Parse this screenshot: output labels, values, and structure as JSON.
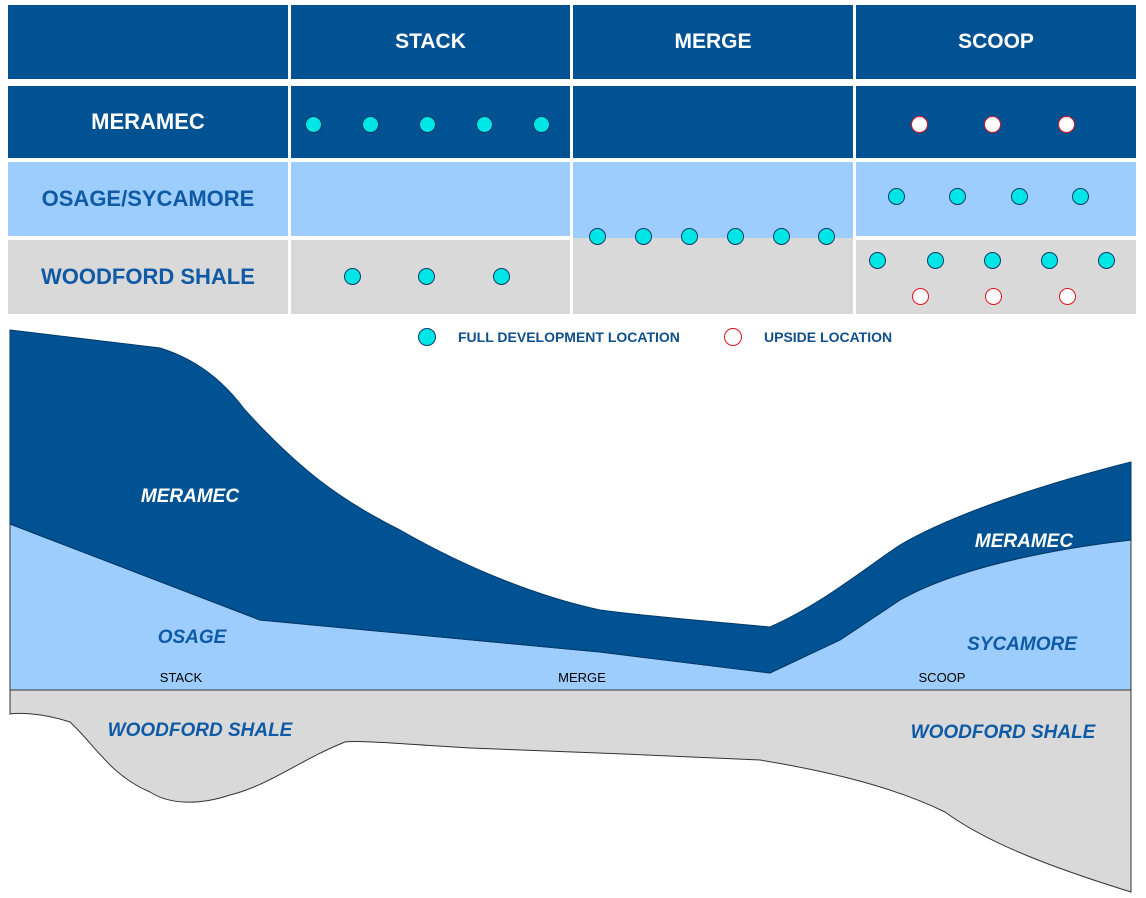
{
  "colors": {
    "dark_blue": "#005293",
    "light_blue": "#9dcdfc",
    "gray": "#d9d9d9",
    "label_blue": "#0f5aa6",
    "full_dot": "#00e5e5",
    "upside_dot_border": "#e0141e"
  },
  "table": {
    "columns": [
      "STACK",
      "MERGE",
      "SCOOP"
    ],
    "rows": [
      {
        "label": "MERAMEC",
        "stack_full": 5,
        "merge_full": 0,
        "scoop_full": 0,
        "scoop_upside": 3
      },
      {
        "label": "OSAGE/SYCAMORE",
        "stack_full": 0,
        "scoop_full": 4
      },
      {
        "label": "WOODFORD SHALE",
        "stack_full": 3,
        "scoop_full": 5,
        "scoop_upside": 3
      }
    ],
    "merge_osage_woodford_full": 6
  },
  "legend": {
    "full": {
      "label": "FULL DEVELOPMENT LOCATION",
      "icon": "cyan-circle-icon"
    },
    "upside": {
      "label": "UPSIDE LOCATION",
      "icon": "red-outline-circle-icon"
    }
  },
  "cross_section": {
    "zones": {
      "meramec_left": "MERAMEC",
      "meramec_right": "MERAMEC",
      "osage": "OSAGE",
      "sycamore": "SYCAMORE",
      "woodford_left": "WOODFORD SHALE",
      "woodford_right": "WOODFORD SHALE"
    },
    "areas": {
      "stack": "STACK",
      "merge": "MERGE",
      "scoop": "SCOOP"
    }
  }
}
